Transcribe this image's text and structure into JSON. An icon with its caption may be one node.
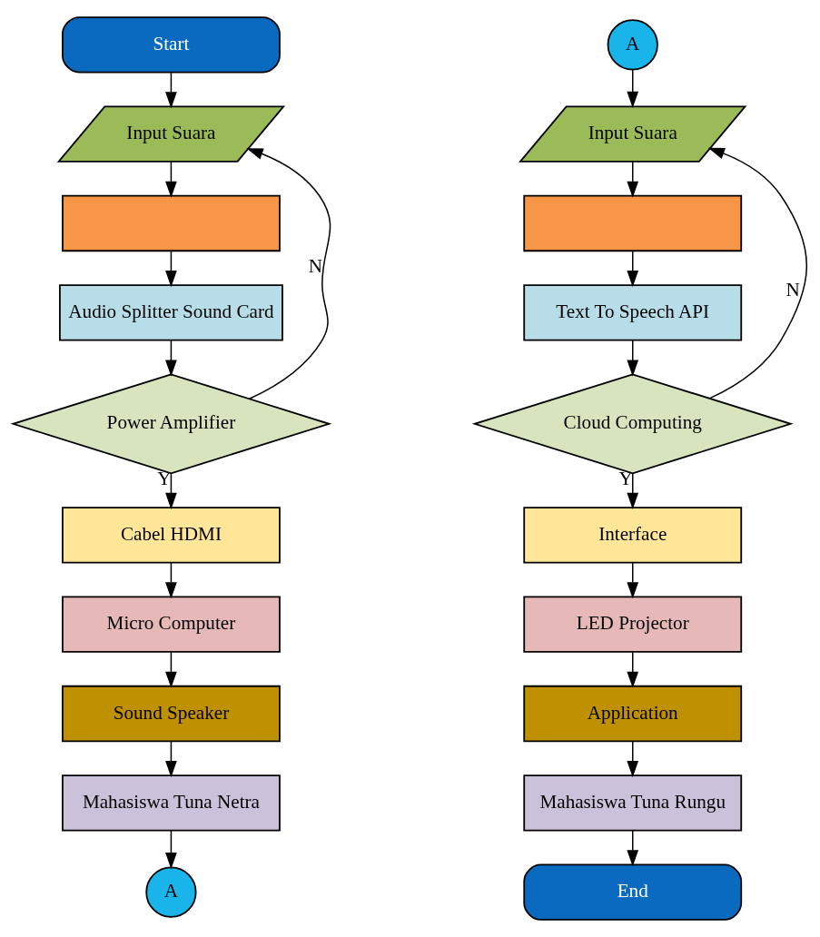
{
  "diagram": {
    "nodes": [
      {
        "text": [
          "Start"
        ]
      },
      {
        "text": [
          "Input Suara"
        ]
      },
      {
        "text": [],
        "shape": "box"
      },
      {
        "text": [
          "Audio Splitter Sound Card"
        ]
      },
      {
        "text": [
          "Power Amplifier"
        ]
      },
      {
        "text": [
          "Cabel HDMI"
        ]
      },
      {
        "text": [
          "Micro Computer"
        ]
      },
      {
        "text": [
          "Sound Speaker"
        ]
      },
      {
        "text": [
          "Mahasiswa Tuna Netra"
        ]
      },
      {
        "text": [
          "A"
        ]
      },
      {
        "text": [
          "A"
        ]
      },
      {
        "text": [
          "Input Suara"
        ]
      },
      {
        "text": [],
        "shape": "box"
      },
      {
        "text": [
          "Text To Speech API"
        ]
      },
      {
        "text": [
          "Cloud Computing"
        ]
      },
      {
        "text": [
          "Interface"
        ]
      },
      {
        "text": [
          "LED Projector"
        ]
      },
      {
        "text": [
          "Application"
        ]
      },
      {
        "text": [
          "Mahasiswa Tuna Rungu"
        ]
      },
      {
        "text": [
          "End"
        ]
      }
    ],
    "edges": [
      {
        "from": 0,
        "to": 1,
        "arrow": "to"
      },
      {
        "from": 1,
        "to": 2,
        "arrow": "to"
      },
      {
        "from": 2,
        "to": 3,
        "arrow": "to"
      },
      {
        "from": 3,
        "to": 4,
        "arrow": "to"
      },
      {
        "from": 4,
        "to": 5,
        "arrow": "to",
        "label": "Y"
      },
      {
        "from": 4,
        "to": 1,
        "arrow": "to",
        "label": "N"
      },
      {
        "from": 5,
        "to": 6,
        "arrow": "to"
      },
      {
        "from": 6,
        "to": 7,
        "arrow": "to"
      },
      {
        "from": 7,
        "to": 8,
        "arrow": "to"
      },
      {
        "from": 8,
        "to": 9,
        "arrow": "to"
      },
      {
        "from": 10,
        "to": 11,
        "arrow": "to"
      },
      {
        "from": 11,
        "to": 12,
        "arrow": "to"
      },
      {
        "from": 12,
        "to": 13,
        "arrow": "to"
      },
      {
        "from": 13,
        "to": 14,
        "arrow": "to"
      },
      {
        "from": 14,
        "to": 15,
        "arrow": "to",
        "label": "Y"
      },
      {
        "from": 14,
        "to": 11,
        "arrow": "to",
        "label": "N"
      },
      {
        "from": 15,
        "to": 16,
        "arrow": "to"
      },
      {
        "from": 16,
        "to": 17,
        "arrow": "to"
      },
      {
        "from": 17,
        "to": 18,
        "arrow": "to"
      },
      {
        "from": 18,
        "to": 19,
        "arrow": "to"
      }
    ]
  }
}
